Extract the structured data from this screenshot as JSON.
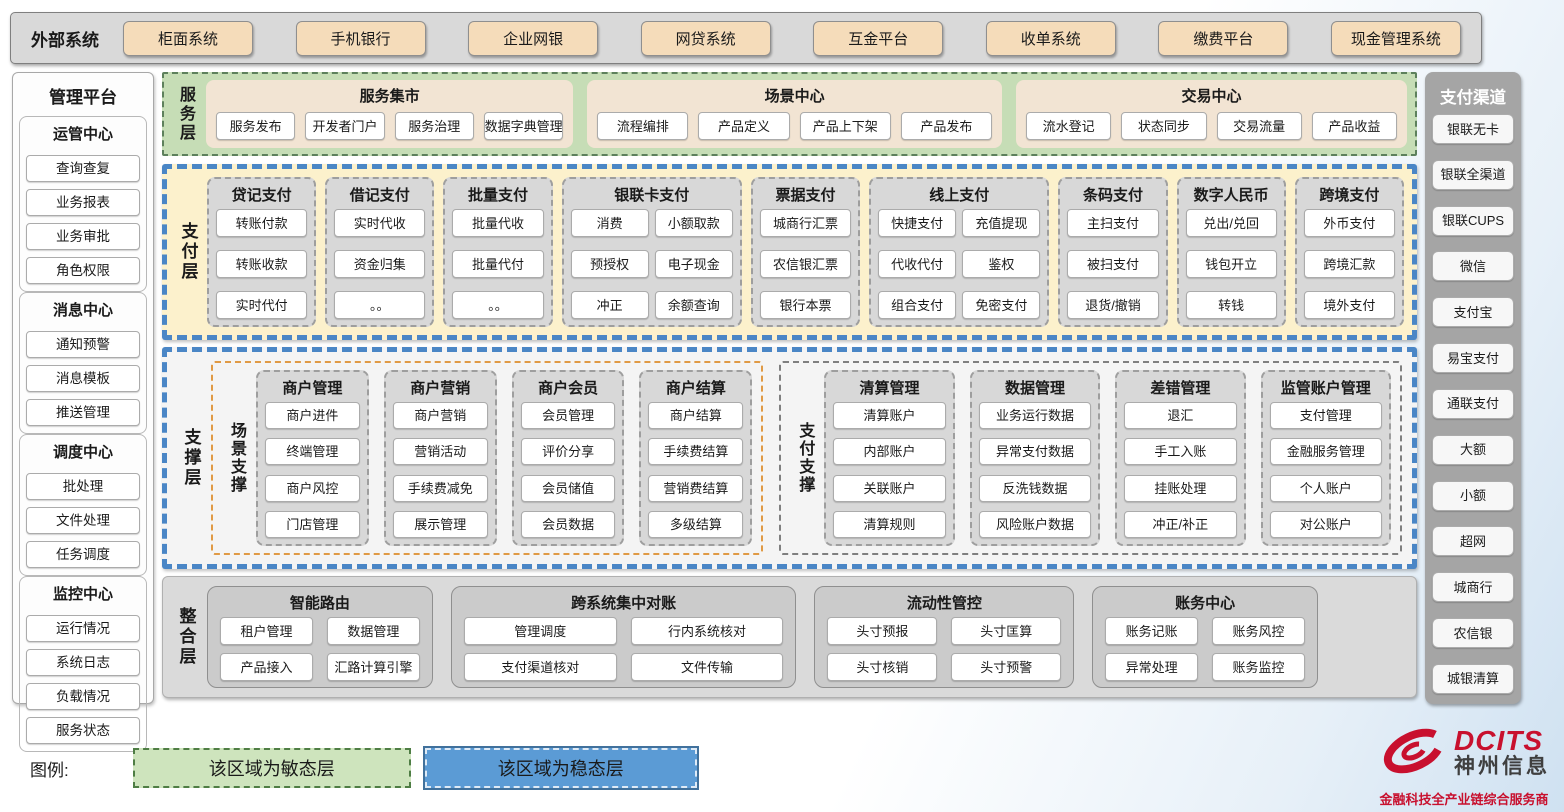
{
  "external": {
    "label": "外部系统",
    "systems": [
      "柜面系统",
      "手机银行",
      "企业网银",
      "网贷系统",
      "互金平台",
      "收单系统",
      "缴费平台",
      "现金管理系统"
    ]
  },
  "management": {
    "title": "管理平台",
    "groups": [
      {
        "title": "运管中心",
        "items": [
          "查询查复",
          "业务报表",
          "业务审批",
          "角色权限"
        ]
      },
      {
        "title": "消息中心",
        "items": [
          "通知预警",
          "消息模板",
          "推送管理"
        ]
      },
      {
        "title": "调度中心",
        "items": [
          "批处理",
          "文件处理",
          "任务调度"
        ]
      },
      {
        "title": "监控中心",
        "items": [
          "运行情况",
          "系统日志",
          "负载情况",
          "服务状态"
        ]
      }
    ]
  },
  "service_layer": {
    "label": "服务层",
    "panels": [
      {
        "title": "服务集市",
        "items": [
          "服务发布",
          "开发者门户",
          "服务治理",
          "数据字典管理"
        ]
      },
      {
        "title": "场景中心",
        "items": [
          "流程编排",
          "产品定义",
          "产品上下架",
          "产品发布"
        ]
      },
      {
        "title": "交易中心",
        "items": [
          "流水登记",
          "状态同步",
          "交易流量",
          "产品收益"
        ]
      }
    ]
  },
  "payment_layer": {
    "label": "支付层",
    "cards": [
      {
        "title": "贷记支付",
        "cols": 1,
        "items": [
          "转账付款",
          "转账收款",
          "实时代付"
        ]
      },
      {
        "title": "借记支付",
        "cols": 1,
        "items": [
          "实时代收",
          "资金归集",
          "。。"
        ]
      },
      {
        "title": "批量支付",
        "cols": 1,
        "items": [
          "批量代收",
          "批量代付",
          "。。"
        ]
      },
      {
        "title": "银联卡支付",
        "cols": 2,
        "items": [
          "消费",
          "小额取款",
          "预授权",
          "电子现金",
          "冲正",
          "余额查询"
        ]
      },
      {
        "title": "票据支付",
        "cols": 1,
        "items": [
          "城商行汇票",
          "农信银汇票",
          "银行本票"
        ]
      },
      {
        "title": "线上支付",
        "cols": 2,
        "items": [
          "快捷支付",
          "充值提现",
          "代收代付",
          "鉴权",
          "组合支付",
          "免密支付"
        ]
      },
      {
        "title": "条码支付",
        "cols": 1,
        "items": [
          "主扫支付",
          "被扫支付",
          "退货/撤销"
        ]
      },
      {
        "title": "数字人民币",
        "cols": 1,
        "items": [
          "兑出/兑回",
          "钱包开立",
          "转钱"
        ]
      },
      {
        "title": "跨境支付",
        "cols": 1,
        "items": [
          "外币支付",
          "跨境汇款",
          "境外支付"
        ]
      }
    ]
  },
  "support_layer": {
    "label": "支撑层",
    "groups": [
      {
        "label": "场景支撑",
        "style": "orange",
        "cards": [
          {
            "title": "商户管理",
            "items": [
              "商户进件",
              "终端管理",
              "商户风控",
              "门店管理"
            ]
          },
          {
            "title": "商户营销",
            "items": [
              "商户营销",
              "营销活动",
              "手续费减免",
              "展示管理"
            ]
          },
          {
            "title": "商户会员",
            "items": [
              "会员管理",
              "评价分享",
              "会员储值",
              "会员数据"
            ]
          },
          {
            "title": "商户结算",
            "items": [
              "商户结算",
              "手续费结算",
              "营销费结算",
              "多级结算"
            ]
          }
        ]
      },
      {
        "label": "支付支撑",
        "style": "gray",
        "cards": [
          {
            "title": "清算管理",
            "items": [
              "清算账户",
              "内部账户",
              "关联账户",
              "清算规则"
            ]
          },
          {
            "title": "数据管理",
            "items": [
              "业务运行数据",
              "异常支付数据",
              "反洗钱数据",
              "风险账户数据"
            ]
          },
          {
            "title": "差错管理",
            "items": [
              "退汇",
              "手工入账",
              "挂账处理",
              "冲正/补正"
            ]
          },
          {
            "title": "监管账户管理",
            "items": [
              "支付管理",
              "金融服务管理",
              "个人账户",
              "对公账户"
            ]
          }
        ]
      }
    ]
  },
  "integration_layer": {
    "label": "整合层",
    "panels": [
      {
        "title": "智能路由",
        "items": [
          "租户管理",
          "数据管理",
          "产品接入",
          "汇路计算引擎"
        ]
      },
      {
        "title": "跨系统集中对账",
        "items": [
          "管理调度",
          "行内系统核对",
          "支付渠道核对",
          "文件传输"
        ]
      },
      {
        "title": "流动性管控",
        "items": [
          "头寸预报",
          "头寸匡算",
          "头寸核销",
          "头寸预警"
        ]
      },
      {
        "title": "账务中心",
        "items": [
          "账务记账",
          "账务风控",
          "异常处理",
          "账务监控"
        ]
      }
    ]
  },
  "channels": {
    "title": "支付渠道",
    "items": [
      "银联无卡",
      "银联全渠道",
      "银联CUPS",
      "微信",
      "支付宝",
      "易宝支付",
      "通联支付",
      "大额",
      "小额",
      "超网",
      "城商行",
      "农信银",
      "城银清算"
    ]
  },
  "legend": {
    "label": "图例:",
    "agile": "该区域为敏态层",
    "stable": "该区域为稳态层"
  },
  "logo": {
    "brand": "DCITS",
    "name": "神州信息",
    "tagline": "金融科技全产业链综合服务商"
  },
  "colors": {
    "agile_green": "#cee4bd",
    "stable_blue": "#5b9bd5",
    "layer_cream": "#fcf1cc",
    "card_gray": "#d8d8d8",
    "beige_button": "#f5dcba",
    "brand_red": "#c8102e"
  }
}
